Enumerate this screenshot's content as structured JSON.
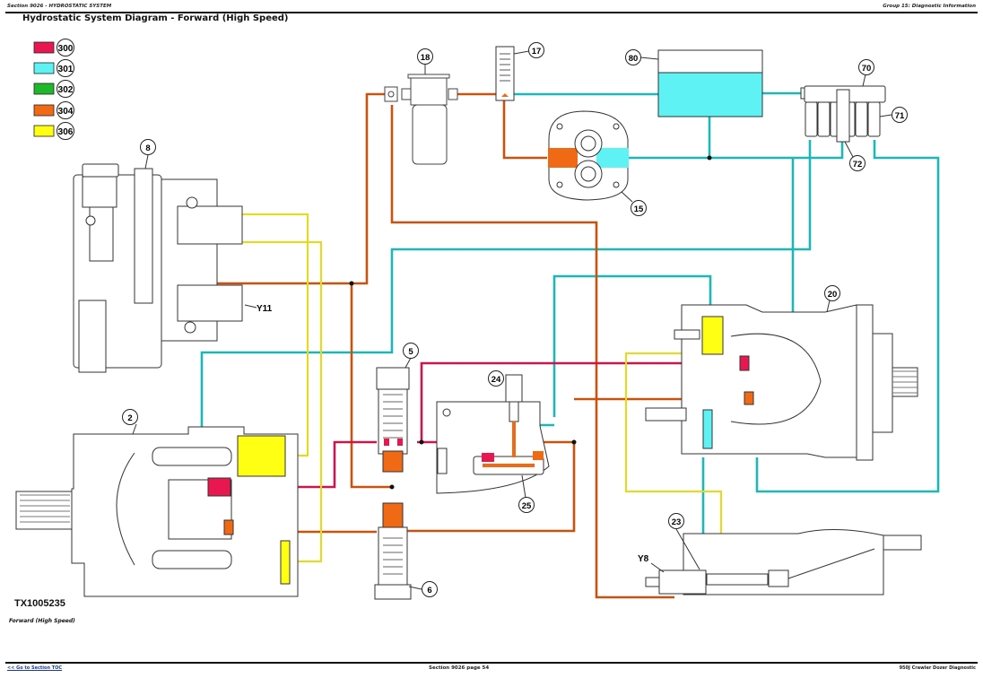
{
  "header": {
    "section": "Section 9026 - HYDROSTATIC SYSTEM",
    "group": "Group 15: Diagnostic Information"
  },
  "title": "Hydrostatic System Diagram - Forward (High Speed)",
  "legend": [
    {
      "code": "300",
      "color": "#e8174f"
    },
    {
      "code": "301",
      "color": "#5ff2f5"
    },
    {
      "code": "302",
      "color": "#1fb82a"
    },
    {
      "code": "304",
      "color": "#f06a16"
    },
    {
      "code": "306",
      "color": "#ffff14"
    }
  ],
  "colors": {
    "pressure_red": "#c8174f",
    "cyan_line": "#1fb6b8",
    "orange_line": "#c9530e",
    "yellow_line": "#e6dc12",
    "tank_fill": "#5ff2f5",
    "outline": "#333333"
  },
  "callouts": {
    "c2": "2",
    "c5": "5",
    "c6": "6",
    "c8": "8",
    "c15": "15",
    "c17": "17",
    "c18": "18",
    "c20": "20",
    "c23": "23",
    "c24": "24",
    "c25": "25",
    "c70": "70",
    "c71": "71",
    "c72": "72",
    "c80": "80"
  },
  "labels": {
    "y11": "Y11",
    "y8": "Y8"
  },
  "figure_id": "TX1005235",
  "caption": "Forward (High Speed)",
  "footer": {
    "toc_link": "<< Go to Section TOC",
    "page": "Section 9026 page 54",
    "doc": "950J Crawler Dozer Diagnostic"
  }
}
